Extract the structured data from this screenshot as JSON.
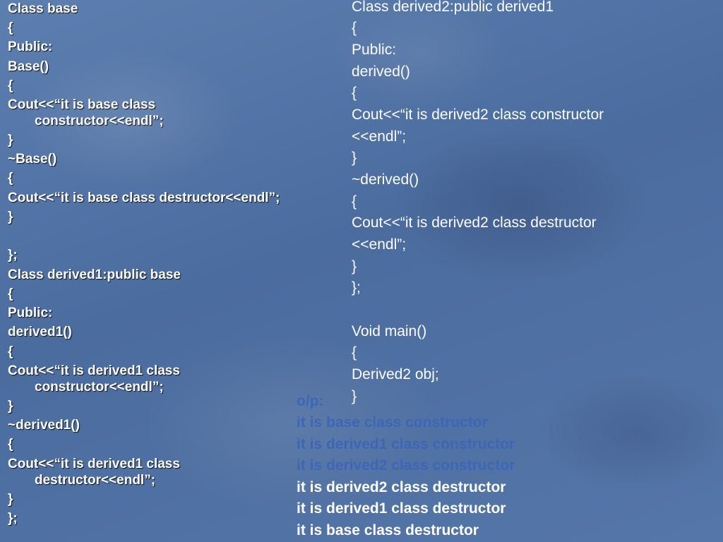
{
  "left_code": [
    "Class base",
    "{",
    "Public:",
    "Base()",
    "{",
    "Cout<<“it is base class",
    "constructor<<endl”;",
    "}",
    "~Base()",
    "{",
    "Cout<<“it is base class destructor<<endl”;",
    "}",
    "",
    "};",
    "Class derived1:public base",
    "{",
    "Public:",
    "derived1()",
    "{",
    "Cout<<“it is derived1 class",
    "constructor<<endl”;",
    "}",
    "~derived1()",
    "{",
    "Cout<<“it is derived1 class",
    "destructor<<endl”;",
    "}",
    "};"
  ],
  "right_code": [
    "Class derived2:public derived1",
    "{",
    "Public:",
    "derived()",
    "{",
    "Cout<<“it is derived2 class constructor",
    "<<endl”;",
    "}",
    "~derived()",
    "{",
    "Cout<<“it is derived2 class destructor",
    "<<endl”;",
    "}",
    "};",
    "",
    "Void main()",
    "{",
    "Derived2  obj;",
    "}"
  ],
  "output": {
    "label": "o/p:",
    "lines": [
      "it is base class constructor",
      "it is derived1 class constructor",
      "it is derived2 class constructor",
      "it is derived2 class destructor",
      "it is derived1 class destructor",
      "it is base class destructor"
    ]
  }
}
